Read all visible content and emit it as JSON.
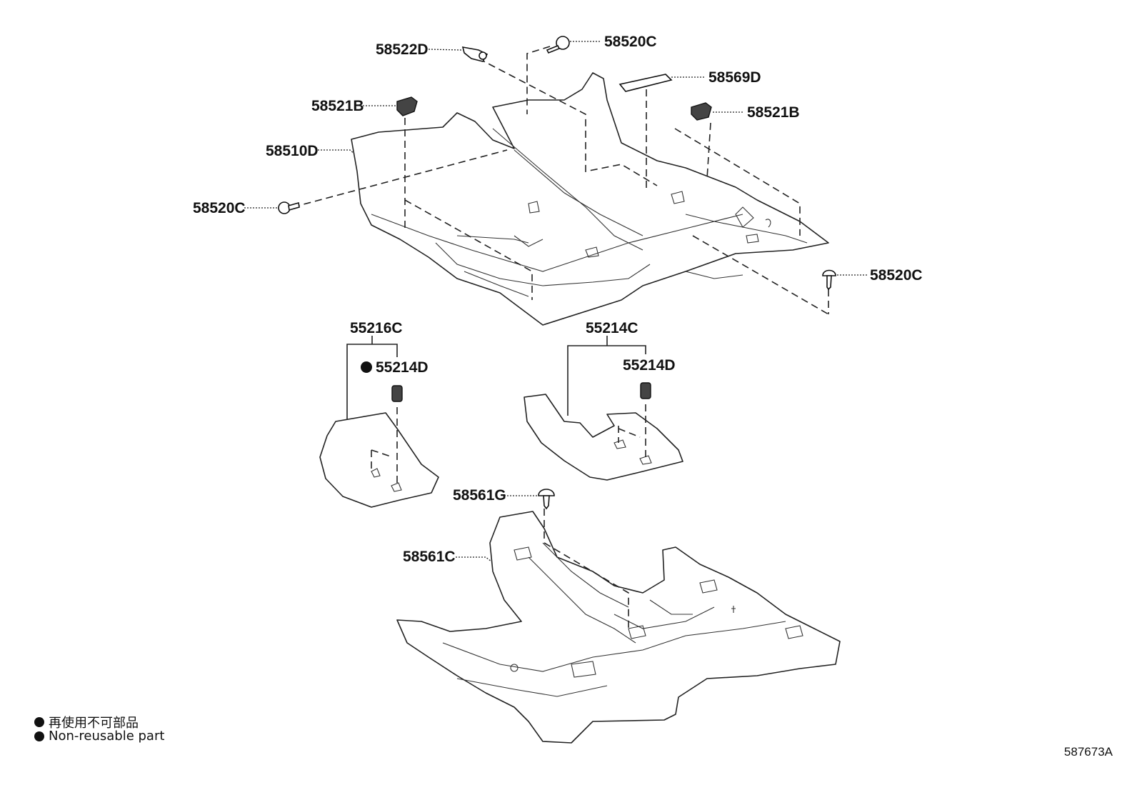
{
  "labels": {
    "p58522D": "58522D",
    "p58520C_top": "58520C",
    "p58569D": "58569D",
    "p58521B_left": "58521B",
    "p58521B_right": "58521B",
    "p58510D": "58510D",
    "p58520C_left": "58520C",
    "p58520C_right": "58520C",
    "p55216C": "55216C",
    "p55214D_left": "55214D",
    "p55214C": "55214C",
    "p55214D_right": "55214D",
    "p58561G": "58561G",
    "p58561C": "58561C"
  },
  "legend": {
    "line_ja": "再使用不可部品",
    "line_en": "Non-reusable part"
  },
  "diagram_code": "587673A"
}
